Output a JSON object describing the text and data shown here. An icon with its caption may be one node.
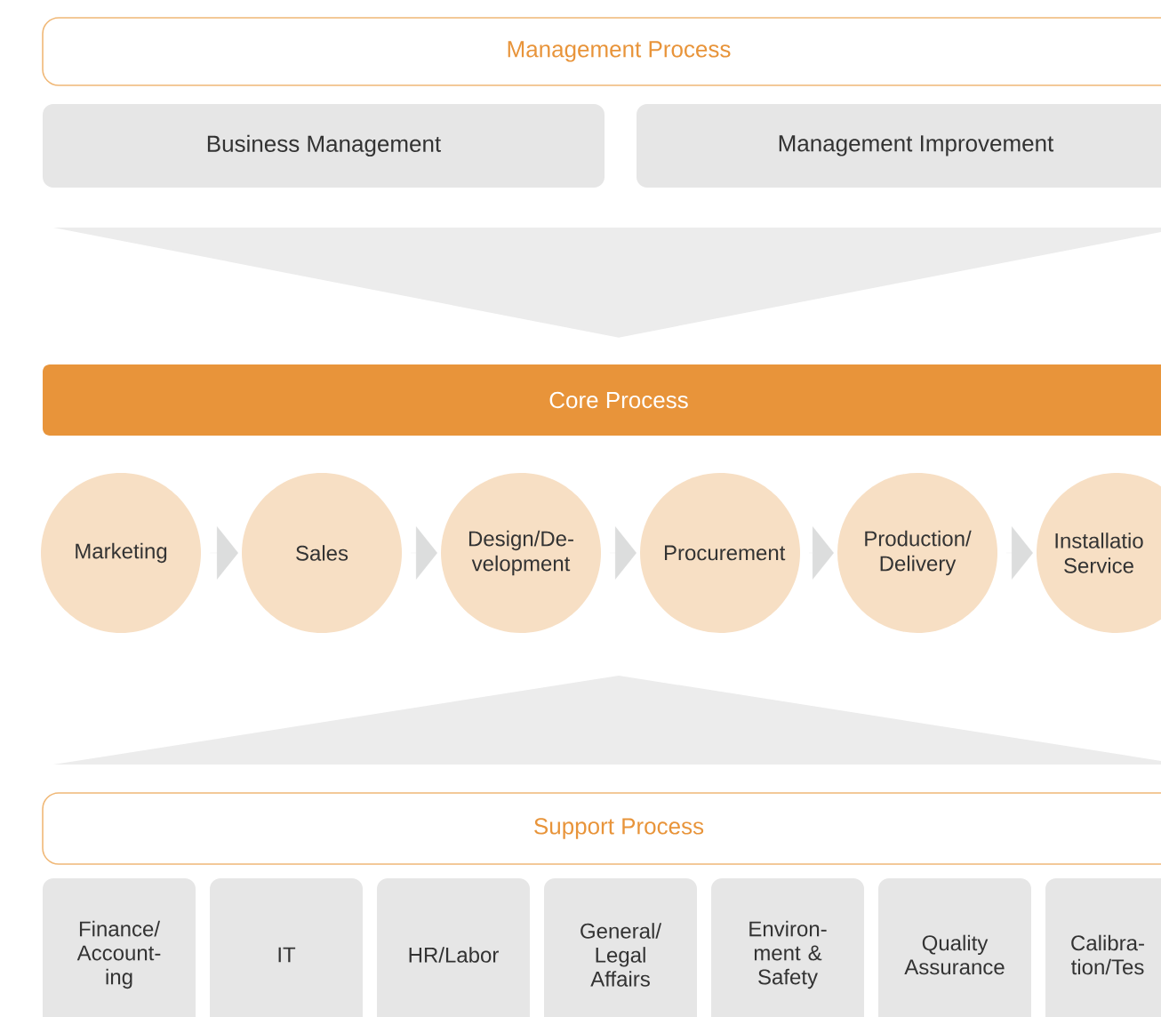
{
  "diagram": {
    "nodes": [
      {
        "text": [
          "Management Process"
        ]
      },
      {
        "text": [
          "Business Management"
        ]
      },
      {
        "text": [
          "Management Improvement"
        ]
      },
      {
        "text": [
          "Core Process"
        ]
      },
      {
        "text": [
          "Marketing"
        ]
      },
      {
        "text": [
          "Sales"
        ]
      },
      {
        "text": [
          "Design/De- velopment"
        ]
      },
      {
        "text": [
          "Procurement"
        ]
      },
      {
        "text": [
          "Production/ Delivery"
        ]
      },
      {
        "text": [
          "Installatio Service"
        ]
      },
      {
        "text": [
          "Support Process"
        ]
      },
      {
        "text": [
          "Finance/ Account- ing"
        ]
      },
      {
        "text": [
          "IT"
        ]
      },
      {
        "text": [
          "HR/Labor"
        ]
      },
      {
        "text": [
          "General/ Legal Affairs"
        ]
      },
      {
        "text": [
          "Environ- ment & Safety"
        ]
      },
      {
        "text": [
          "Quality Assurance"
        ]
      },
      {
        "text": [
          "Calibra- tion/Tes"
        ]
      }
    ],
    "edges": [
      {
        "from": 0,
        "to": 3,
        "arrow": "to"
      },
      {
        "from": 4,
        "to": 5,
        "arrow": "to"
      },
      {
        "from": 5,
        "to": 6,
        "arrow": "to"
      },
      {
        "from": 6,
        "to": 7,
        "arrow": "to"
      },
      {
        "from": 7,
        "to": 8,
        "arrow": "to"
      },
      {
        "from": 8,
        "to": 9,
        "arrow": "to"
      },
      {
        "from": 10,
        "to": 3,
        "arrow": "to"
      }
    ]
  }
}
